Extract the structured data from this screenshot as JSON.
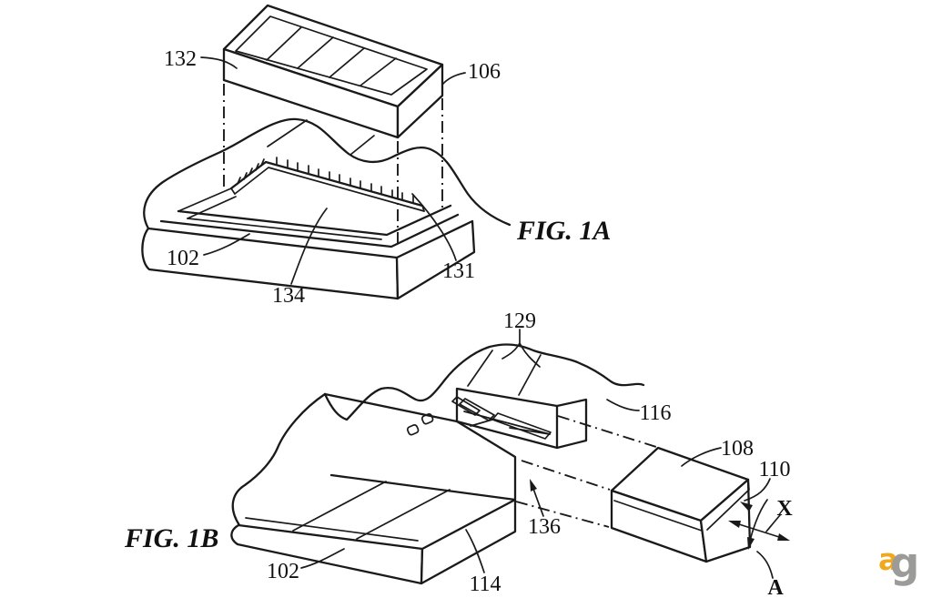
{
  "page": {
    "background": "#ffffff",
    "line_color": "#1a1a1a"
  },
  "figure_1a": {
    "caption": "FIG. 1A",
    "ref_labels": {
      "keycap_left": "132",
      "keycap_right": "106",
      "base": "102",
      "opening": "134",
      "sidewall": "131"
    }
  },
  "figure_1b": {
    "caption": "FIG. 1B",
    "ref_labels": {
      "hinge_region": "129",
      "keyboard_section": "116",
      "key_module": "108",
      "module_face": "110",
      "removal_path": "136",
      "base_side": "114",
      "base": "102",
      "axis": "X",
      "rotation": "A"
    }
  },
  "watermark": {
    "letter_a": "a",
    "letter_g": "g",
    "a_color": "#F0A81E",
    "g_color": "#9B9B9A"
  }
}
